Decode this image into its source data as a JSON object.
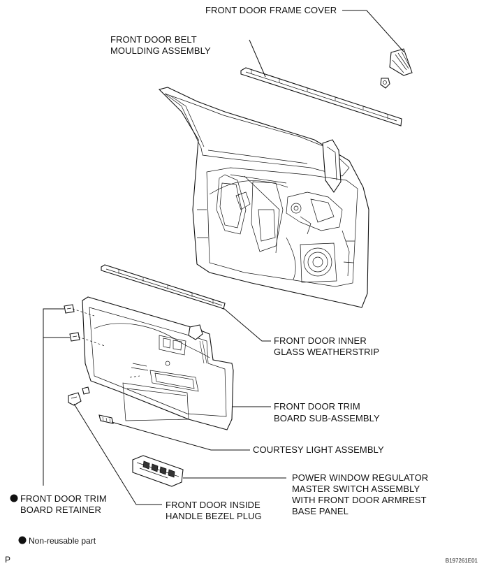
{
  "labels": {
    "frame_cover": "FRONT DOOR FRAME COVER",
    "belt_moulding_1": "FRONT DOOR BELT",
    "belt_moulding_2": "MOULDING ASSEMBLY",
    "inner_weatherstrip_1": "FRONT DOOR INNER",
    "inner_weatherstrip_2": "GLASS WEATHERSTRIP",
    "trim_board_1": "FRONT DOOR TRIM",
    "trim_board_2": "BOARD SUB-ASSEMBLY",
    "courtesy_light": "COURTESY LIGHT ASSEMBLY",
    "master_switch_1": "POWER WINDOW REGULATOR",
    "master_switch_2": "MASTER SWITCH ASSEMBLY",
    "master_switch_3": "WITH FRONT DOOR ARMREST",
    "master_switch_4": "BASE PANEL",
    "retainer_1": "FRONT DOOR TRIM",
    "retainer_2": "BOARD RETAINER",
    "bezel_plug_1": "FRONT DOOR INSIDE",
    "bezel_plug_2": "HANDLE BEZEL PLUG"
  },
  "legend": {
    "non_reusable": "Non-reusable part"
  },
  "footer": {
    "left_code": "P",
    "figure_id": "B197261E01"
  }
}
